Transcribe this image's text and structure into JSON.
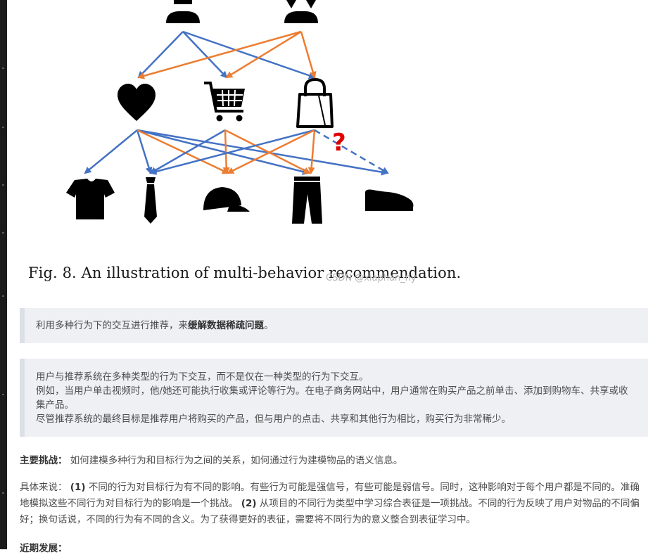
{
  "figure": {
    "caption": "Fig. 8.  An illustration of multi-behavior recommendation.",
    "watermark": "CSDN @xiaphan_ny",
    "question_mark": "?",
    "colors": {
      "blue": "#4472c4",
      "orange": "#ed7d31",
      "red": "#e00000",
      "icon": "#000000"
    },
    "users": [
      "user-male-icon",
      "user-female-icon"
    ],
    "behaviors": [
      "heart-icon",
      "shopping-cart-icon",
      "shopping-bag-icon"
    ],
    "items": [
      "tshirt-icon",
      "tie-icon",
      "cap-icon",
      "trousers-icon",
      "shoe-icon"
    ]
  },
  "quote1": {
    "text_before": "利用多种行为下的交互进行推荐，来",
    "text_bold": "缓解数据稀疏问题",
    "text_after": "。"
  },
  "quote2": {
    "lines": [
      "用户与推荐系统在多种类型的行为下交互，而不是仅在一种类型的行为下交互。",
      "例如，当用户单击视频时，他/她还可能执行收集或评论等行为。在电子商务网站中，用户通常在购买产品之前单击、添加到购物车、共享或收集产品。",
      "尽管推荐系统的最终目标是推荐用户将购买的产品，但与用户的点击、共享和其他行为相比，购买行为非常稀少。"
    ]
  },
  "challenge": {
    "label": "主要挑战：",
    "text": " 如何建模多种行为和目标行为之间的关系，如何通过行为建模物品的语义信息。"
  },
  "detail": {
    "intro": "具体来说：",
    "m1": "(1)",
    "t1": " 不同的行为对目标行为有不同的影响。有些行为可能是强信号，有些可能是弱信号。同时，这种影响对于每个用户都是不同的。准确地模拟这些不同行为对目标行为的影响是一个挑战。",
    "m2": "(2)",
    "t2": " 从项目的不同行为类型中学习综合表征是一项挑战。不同的行为反映了用户对物品的不同偏好；换句话说，不同的行为有不同的含义。为了获得更好的表征，需要将不同行为的意义整合到表征学习中。"
  },
  "next_heading": "近期发展："
}
